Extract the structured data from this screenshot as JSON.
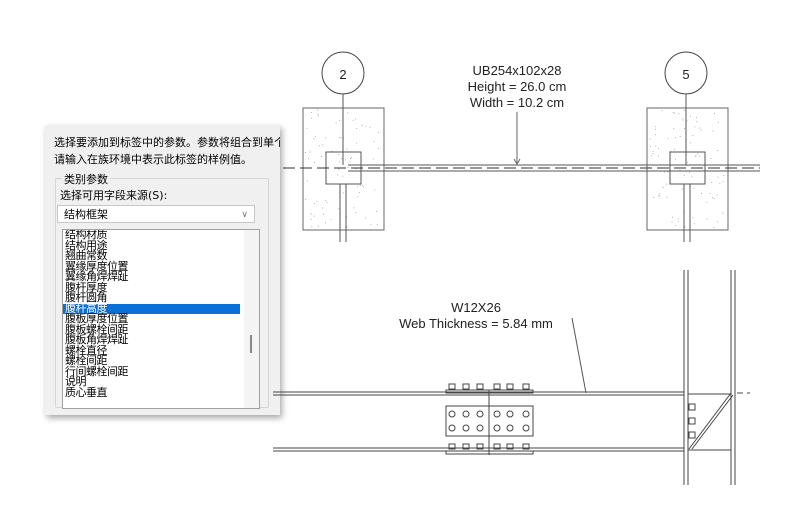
{
  "dialog": {
    "instruction_line1": "选择要添加到标签中的参数。参数将组合到单个",
    "instruction_line2": "请输入在族环境中表示此标签的样例值。",
    "group_label": "类别参数",
    "source_label": "选择可用字段来源(S):",
    "source_value": "结构框架",
    "parameters": [
      "结构材质",
      "结构用途",
      "翘曲常数",
      "翼缘厚度位置",
      "翼缘角焊焊趾",
      "腹杆厚度",
      "腹杆圆角",
      "腹杆高度",
      "腹板厚度位置",
      "腹板螺栓间距",
      "腹板角焊焊趾",
      "螺栓直径",
      "螺栓间距",
      "行间螺栓间距",
      "说明",
      "质心垂直"
    ],
    "selected_index": 7,
    "selection_color": "#0a6fd6"
  },
  "plan": {
    "grid_left": "2",
    "grid_right": "5",
    "tag_line1": "UB254x102x28",
    "tag_line2": "Height = 26.0 cm",
    "tag_line3": "Width = 10.2 cm"
  },
  "elevation": {
    "tag_line1": "W12X26",
    "tag_line2": "Web Thickness = 5.84 mm"
  }
}
